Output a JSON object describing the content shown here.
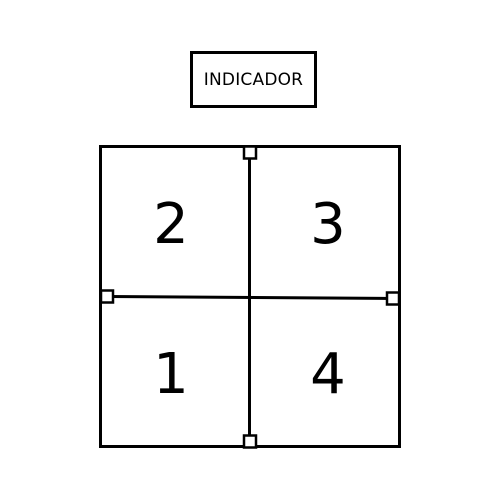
{
  "indicator": {
    "label": "INDICADOR"
  },
  "quadrants": {
    "top_left": "2",
    "top_right": "3",
    "bottom_left": "1",
    "bottom_right": "4"
  }
}
